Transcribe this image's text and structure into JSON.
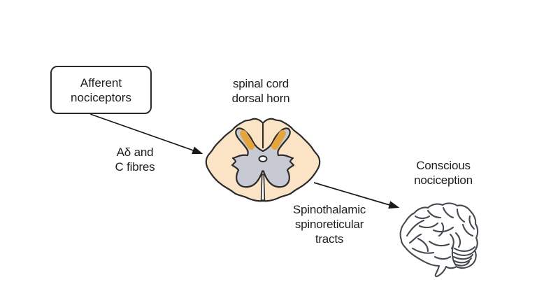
{
  "title": "Pain pathway diagram",
  "colors": {
    "text": "#1e1e1e",
    "outline": "#2b2b2b",
    "arrow": "#1a1a1a",
    "cord_fill": "#fbe4c5",
    "gray_matter": "#c7c9d3",
    "dorsal_horn": "#e5a53d",
    "brain_stroke": "#454a50"
  },
  "nodes": {
    "afferent_box_label": "Afferent\nnociceptors",
    "spinal_cord_label": "spinal cord\ndorsal horn",
    "fibres_label": "Aδ and\nC fibres",
    "tracts_label": "Spinothalamic\nspinoreticular\ntracts",
    "conscious_label": "Conscious\nnociception"
  },
  "icons": {
    "spinal_cord": "spinal-cord-cross-section-icon",
    "brain": "brain-icon"
  }
}
